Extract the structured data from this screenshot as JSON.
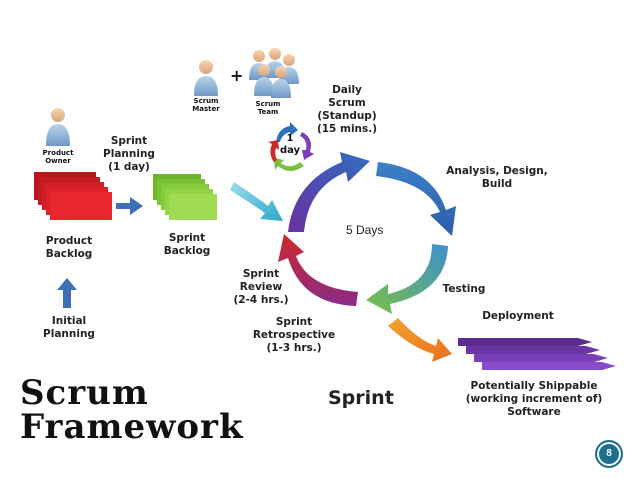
{
  "title": "Scrum\nFramework",
  "sprint_label": "Sprint",
  "center_text": "5 Days",
  "page_number": "8",
  "plus": "+",
  "roles": {
    "scrum_master": "Scrum\nMaster",
    "scrum_team": "Scrum\nTeam",
    "product_owner": "Product\nOwner"
  },
  "day_cycle": "1\nday",
  "labels": {
    "daily_scrum": "Daily\nScrum\n(Standup)\n(15 mins.)",
    "sprint_planning": "Sprint\nPlanning\n(1 day)",
    "product_backlog": "Product\nBacklog",
    "sprint_backlog": "Sprint\nBacklog",
    "initial_planning": "Initial\nPlanning",
    "analysis": "Analysis, Design, Build",
    "testing": "Testing",
    "deployment": "Deployment",
    "sprint_review": "Sprint\nReview\n(2-4 hrs.)",
    "sprint_retro": "Sprint\nRetrospective\n(1-3 hrs.)",
    "shippable": "Potentially Shippable\n(working increment of)\nSoftware"
  },
  "colors": {
    "product_backlog": "#e0202a",
    "sprint_backlog": "#8ed13a",
    "deploy": "#7b3fb0",
    "arrow_blue": "#3d7fc9",
    "arrow_teal": "#2fa6c9",
    "arrow_green": "#7ac143",
    "arrow_red": "#cc2a2a",
    "arrow_purple": "#7d3fb3",
    "arrow_orange": "#f08a1c"
  }
}
